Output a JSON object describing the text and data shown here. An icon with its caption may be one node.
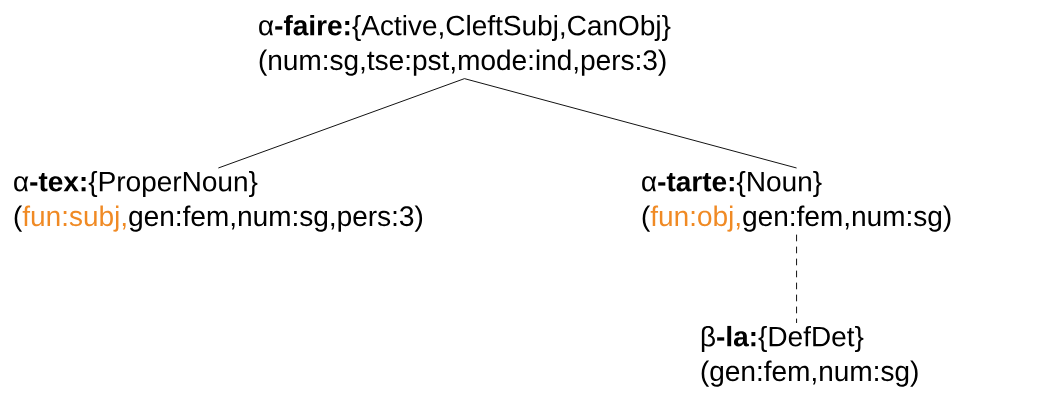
{
  "diagram": {
    "nodes": [
      {
        "text": [
          "α**-faire:**{Active,CleftSubj,CanObj}",
          "(num:sg,tse:pst,mode:ind,pers:3)"
        ]
      },
      {
        "text": [
          "α**-tex:**{ProperNoun}",
          "(",
          "fun:subj,",
          "gen:fem,num:sg,pers:3)"
        ]
      },
      {
        "text": [
          "α**-tarte:**{Noun}",
          "(",
          "fun:obj,",
          "gen:fem,num:sg)"
        ]
      },
      {
        "text": [
          "β**-la:**{DefDet}",
          "(gen:fem,num:sg)"
        ]
      }
    ],
    "edges": [
      {
        "from": 0,
        "to": 1,
        "arrow": "none"
      },
      {
        "from": 0,
        "to": 2,
        "arrow": "none"
      },
      {
        "from": 2,
        "to": 3,
        "arrow": "none",
        "style": "dashed"
      }
    ]
  }
}
